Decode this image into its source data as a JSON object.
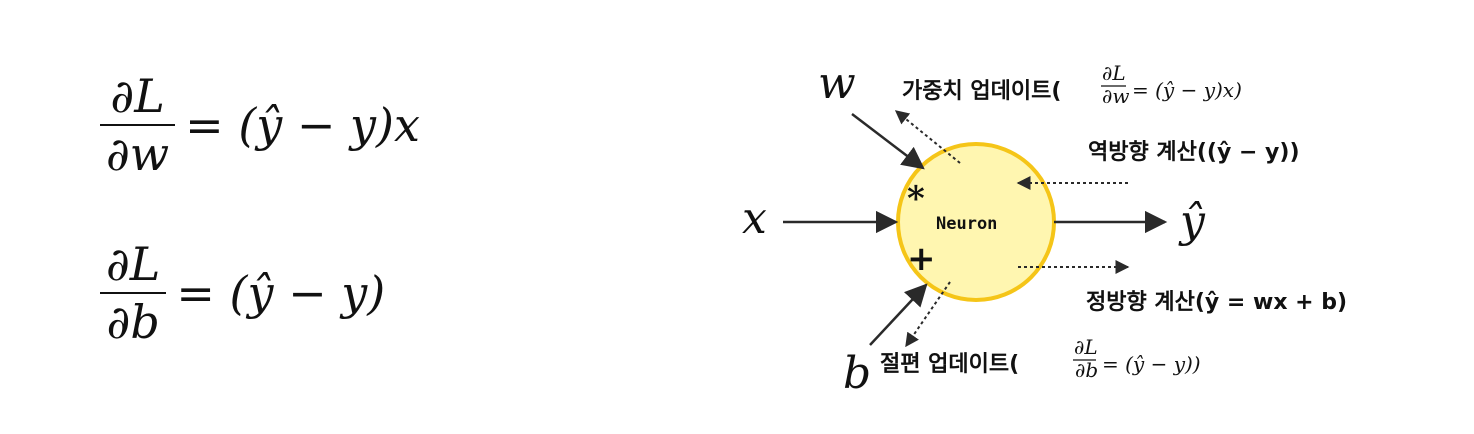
{
  "equations": {
    "dw": {
      "num": "∂L",
      "den": "∂w",
      "rhs": "= (ŷ − y)x"
    },
    "db": {
      "num": "∂L",
      "den": "∂b",
      "rhs": "= (ŷ − y)"
    }
  },
  "diagram": {
    "node_label": "Neuron",
    "input_x": "x",
    "input_w": "w",
    "input_b": "b",
    "output": "ŷ",
    "mul_op": "*",
    "add_op": "+",
    "weight_update": {
      "text": "가중치 업데이트(",
      "frac_num": "∂L",
      "frac_den": "∂w",
      "rhs": "= (ŷ − y)x)"
    },
    "backward": "역방향 계산((ŷ − y))",
    "forward": "정방향 계산(ŷ = wx + b)",
    "bias_update": {
      "text": "절편 업데이트(",
      "frac_num": "∂L",
      "frac_den": "∂b",
      "rhs": "= (ŷ − y))"
    },
    "colors": {
      "node_fill": "#FFF6B0",
      "node_stroke": "#F5C518",
      "arrow": "#2a2a2a"
    }
  }
}
